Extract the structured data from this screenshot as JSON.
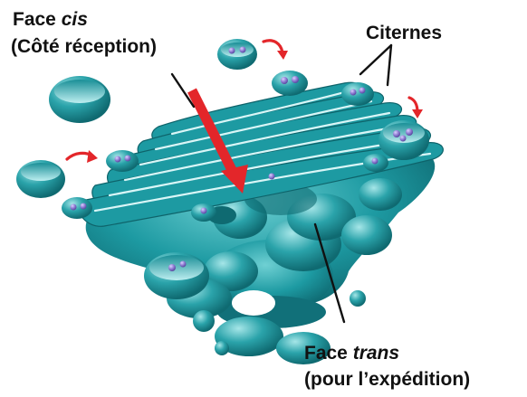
{
  "labels": {
    "cis_face": {
      "prefix": "Face ",
      "italic": "cis"
    },
    "cis_sub": "(Côté réception)",
    "cisternae": "Citernes",
    "trans_face": {
      "prefix": "Face ",
      "italic": "trans"
    },
    "trans_sub": "(pour l’expédition)"
  },
  "colors": {
    "membrane": "#1d9aa2",
    "membrane_light": "#8fdde0",
    "membrane_dark": "#0f6c73",
    "lumen": "#c9eff0",
    "cargo": "#8a77cf",
    "arrow_red": "#e3262a",
    "leader": "#111111"
  }
}
